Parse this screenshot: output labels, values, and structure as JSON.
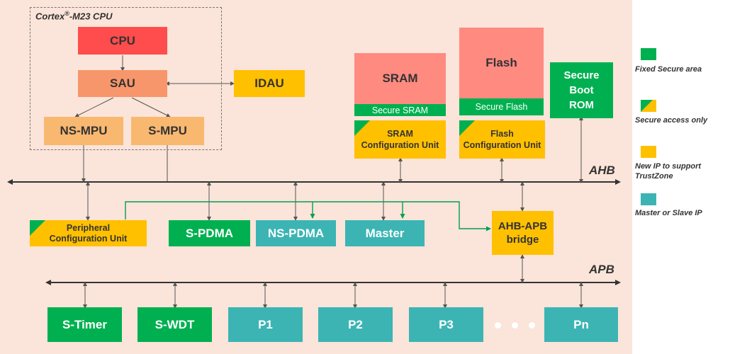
{
  "cpu_group": {
    "title": "Cortex",
    "title_sup": "®",
    "title_rest": "-M23 CPU"
  },
  "blocks": {
    "cpu": "CPU",
    "sau": "SAU",
    "idau": "IDAU",
    "ns_mpu": "NS-MPU",
    "s_mpu": "S-MPU",
    "sram": "SRAM",
    "secure_sram": "Secure SRAM",
    "sram_config": "SRAM\nConfiguration Unit",
    "flash": "Flash",
    "secure_flash": "Secure Flash",
    "flash_config": "Flash\nConfiguration Unit",
    "secure_boot_rom": "Secure\nBoot\nROM",
    "peripheral_config": "Peripheral\nConfiguration Unit",
    "s_pdma": "S-PDMA",
    "ns_pdma": "NS-PDMA",
    "master": "Master",
    "ahb_apb_bridge": "AHB-APB\nbridge",
    "s_timer": "S-Timer",
    "s_wdt": "S-WDT",
    "p1": "P1",
    "p2": "P2",
    "p3": "P3",
    "pn": "Pn"
  },
  "buses": {
    "ahb": "AHB",
    "apb": "APB"
  },
  "legend": [
    {
      "label": "Fixed Secure area",
      "color": "#00b050",
      "style": "solid"
    },
    {
      "label": "Secure access only",
      "color": "#ffc000",
      "style": "corner"
    },
    {
      "label": "New IP to support TrustZone",
      "color": "#ffc000",
      "style": "solid"
    },
    {
      "label": "Master or Slave IP",
      "color": "#3cb4b4",
      "style": "solid"
    }
  ],
  "colors": {
    "fixed_secure": "#00b050",
    "trustzone_ip": "#ffc000",
    "master_slave": "#3cb4b4",
    "memory": "#ff8a80",
    "cpu": "#ff4c4c",
    "background": "#fbe4d9"
  }
}
